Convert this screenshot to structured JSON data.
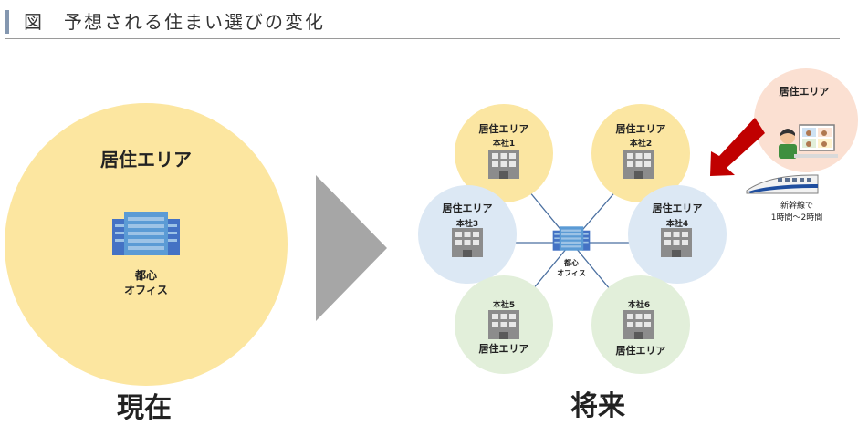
{
  "header": {
    "title": "図　予想される住まい選びの変化"
  },
  "present": {
    "area_label": "居住エリア",
    "office_line1": "都心",
    "office_line2": "オフィス",
    "caption": "現在"
  },
  "future": {
    "caption": "将来",
    "hub_line1": "都心",
    "hub_line2": "オフィス",
    "nodes": [
      {
        "area": "居住エリア",
        "hq": "本社1",
        "color": "#fbe6a2"
      },
      {
        "area": "居住エリア",
        "hq": "本社2",
        "color": "#fbe6a2"
      },
      {
        "area": "居住エリア",
        "hq": "本社3",
        "color": "#dce8f4"
      },
      {
        "area": "居住エリア",
        "hq": "本社4",
        "color": "#dce8f4"
      },
      {
        "area": "居住エリア",
        "hq": "本社5",
        "color": "#e2efda"
      },
      {
        "area": "居住エリア",
        "hq": "本社6",
        "color": "#e2efda"
      }
    ]
  },
  "remote": {
    "area_label": "居住エリア",
    "line1": "新幹線で",
    "line2": "1時間～2時間",
    "color": "#fbe0d2"
  },
  "colors": {
    "present_circle": "#fce6a0",
    "arrow": "#a6a6a6",
    "red_arrow": "#c00000",
    "line": "#4a6fa0"
  }
}
